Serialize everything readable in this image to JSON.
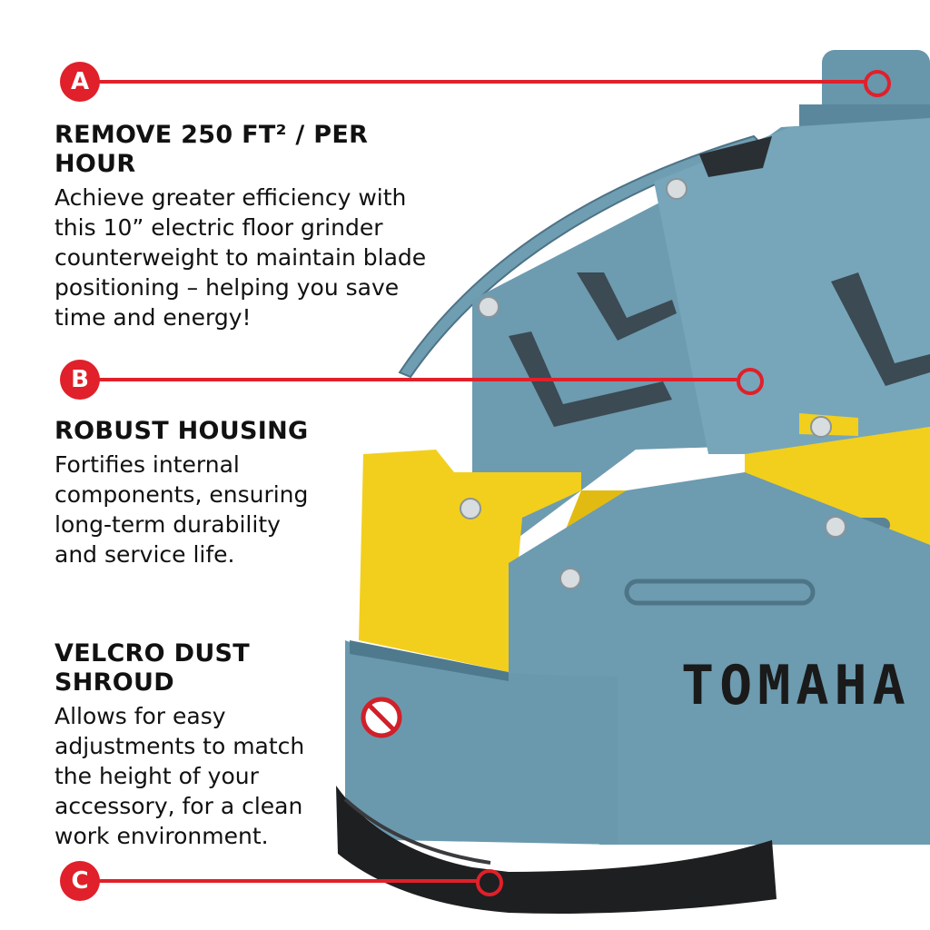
{
  "product": {
    "brand_text": "TOMAHA",
    "colors": {
      "body": "#5f8fa5",
      "accent_yellow": "#f2cf1d",
      "callout_red": "#e0202a",
      "shroud_black": "#1e1f21"
    }
  },
  "callouts": [
    {
      "marker": "A",
      "title": "REMOVE 250 FT² / PER HOUR",
      "text": "Achieve greater efficiency with this 10” electric floor grinder counterweight to maintain blade positioning  – helping you save time and energy!"
    },
    {
      "marker": "B",
      "title": "ROBUST HOUSING",
      "text": "Fortifies internal components, ensuring long-term durability and service life."
    },
    {
      "marker": "C",
      "title": "VELCRO DUST SHROUD",
      "text": "Allows for easy adjustments to match the height of your accessory, for a clean work environment."
    }
  ]
}
